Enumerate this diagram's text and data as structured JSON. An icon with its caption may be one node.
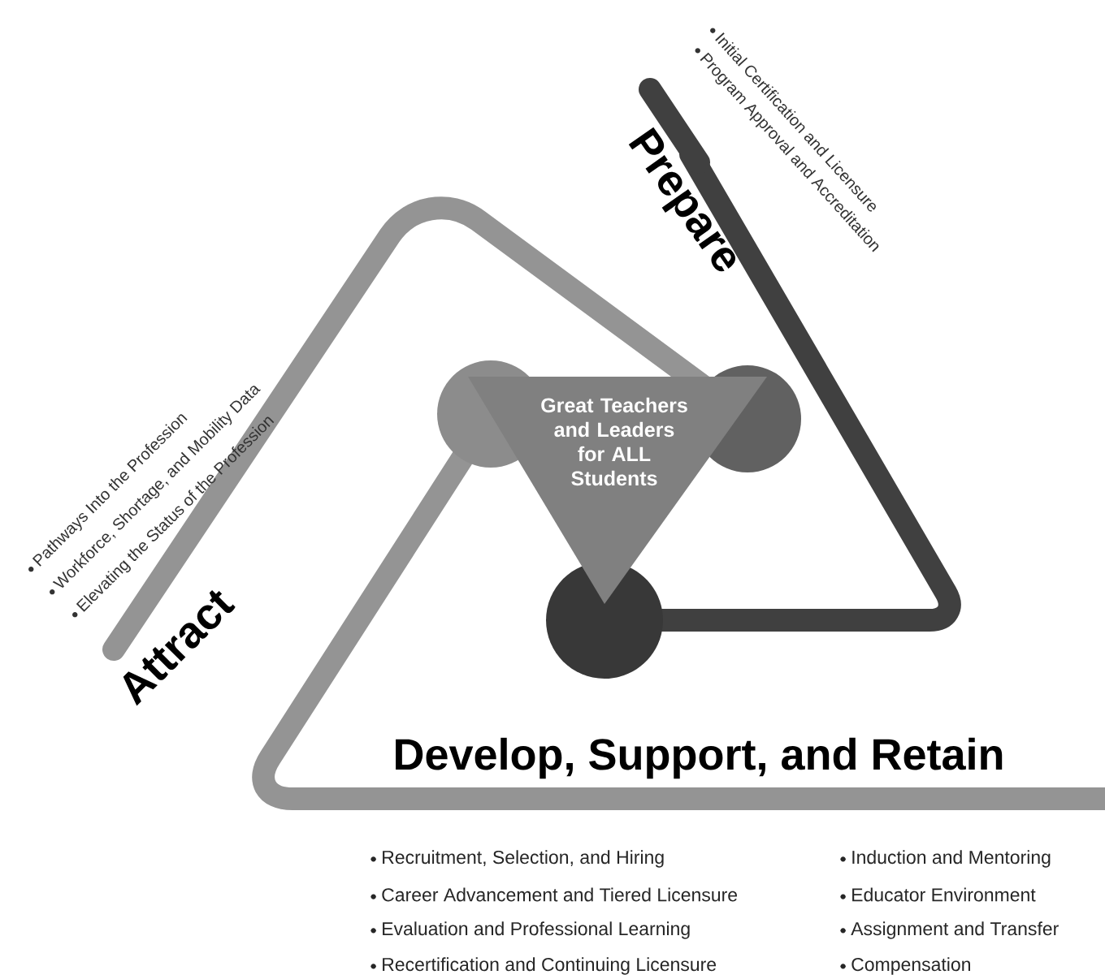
{
  "diagram": {
    "nodes": [
      {
        "text": [
          "Great Teachers and Leaders for ALL Students"
        ]
      }
    ],
    "labels": [
      "Pathways Into the Profession",
      "Workforce, Shortage, and Mobility Data",
      "Elevating the Status of the Profession",
      "Attract",
      "Initial Certification and Licensure",
      "Program Approval and Accreditation",
      "Prepare",
      "Develop, Support, and Retain",
      "Recruitment, Selection, and Hiring",
      "Induction and Mentoring",
      "Career Advancement and Tiered Licensure",
      "Educator Environment",
      "Evaluation and Professional Learning",
      "Assignment and Transfer",
      "Recertification and Continuing Licensure",
      "Compensation"
    ]
  }
}
